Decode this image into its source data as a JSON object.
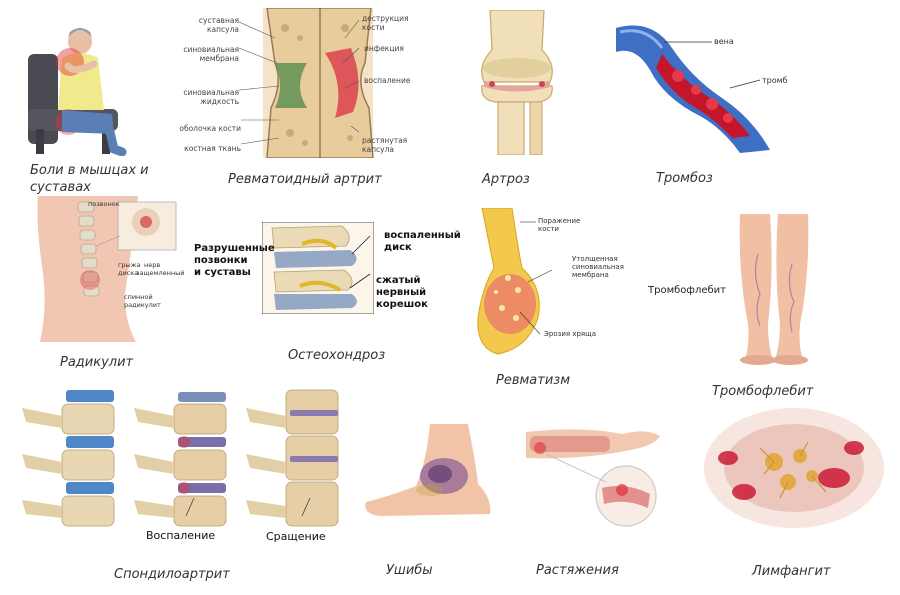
{
  "colors": {
    "skin": "#e8b9a0",
    "bone": "#e9d7b4",
    "blood": "#c8102e",
    "disc": "#5b8fc7",
    "text": "#333333"
  },
  "captions": {
    "pain_line1": "Боли в мышцах и",
    "pain_line2": "суставах",
    "rheumatoid": "Ревматоидный артрит",
    "arthrosis": "Артроз",
    "thrombosis": "Тромбоз",
    "radiculitis": "Радикулит",
    "osteochondrosis": "Остеохондроз",
    "rheumatism": "Ревматизм",
    "thrombophlebitis": "Тромбофлебит",
    "spondyloarthritis": "Спондилоартрит",
    "bruises": "Ушибы",
    "sprains": "Растяжения",
    "lymphangitis": "Лимфангит"
  },
  "labels": {
    "rheumatoid_left": [
      "суставная капсула",
      "синовиальная мембрана",
      "синовиальная жидкость",
      "оболочка кости",
      "костная ткань"
    ],
    "rheumatoid_right": [
      "деструкция кости",
      "инфекция",
      "воспаление",
      "растянутая капсула"
    ],
    "thrombosis": {
      "vein": "вена",
      "clot": "тромб"
    },
    "radiculitis": {
      "vertebra": "позвонок",
      "hernia1": "грыжа",
      "hernia2": "диска",
      "nerve1": "нерв",
      "nerve2": "защемленный",
      "sciatic1": "спинной",
      "sciatic2": "радикулит"
    },
    "osteochondrosis": {
      "left1": "Разрушенные",
      "left2": "позвонки",
      "left3": "и суставы",
      "disc1": "воспаленный",
      "disc2": "диск",
      "root1": "сжатый",
      "root2": "нервный",
      "root3": "корешок"
    },
    "rheumatism": {
      "bone1": "Поражение",
      "bone2": "кости",
      "memb1": "Утолщенная",
      "memb2": "синовиальная",
      "memb3": "мембрана",
      "erosion": "Эрозия хряща"
    },
    "thrombophlebitis": "Тромбофлебит",
    "spondylo": {
      "inflammation": "Воспаление",
      "fusion": "Сращение"
    }
  }
}
